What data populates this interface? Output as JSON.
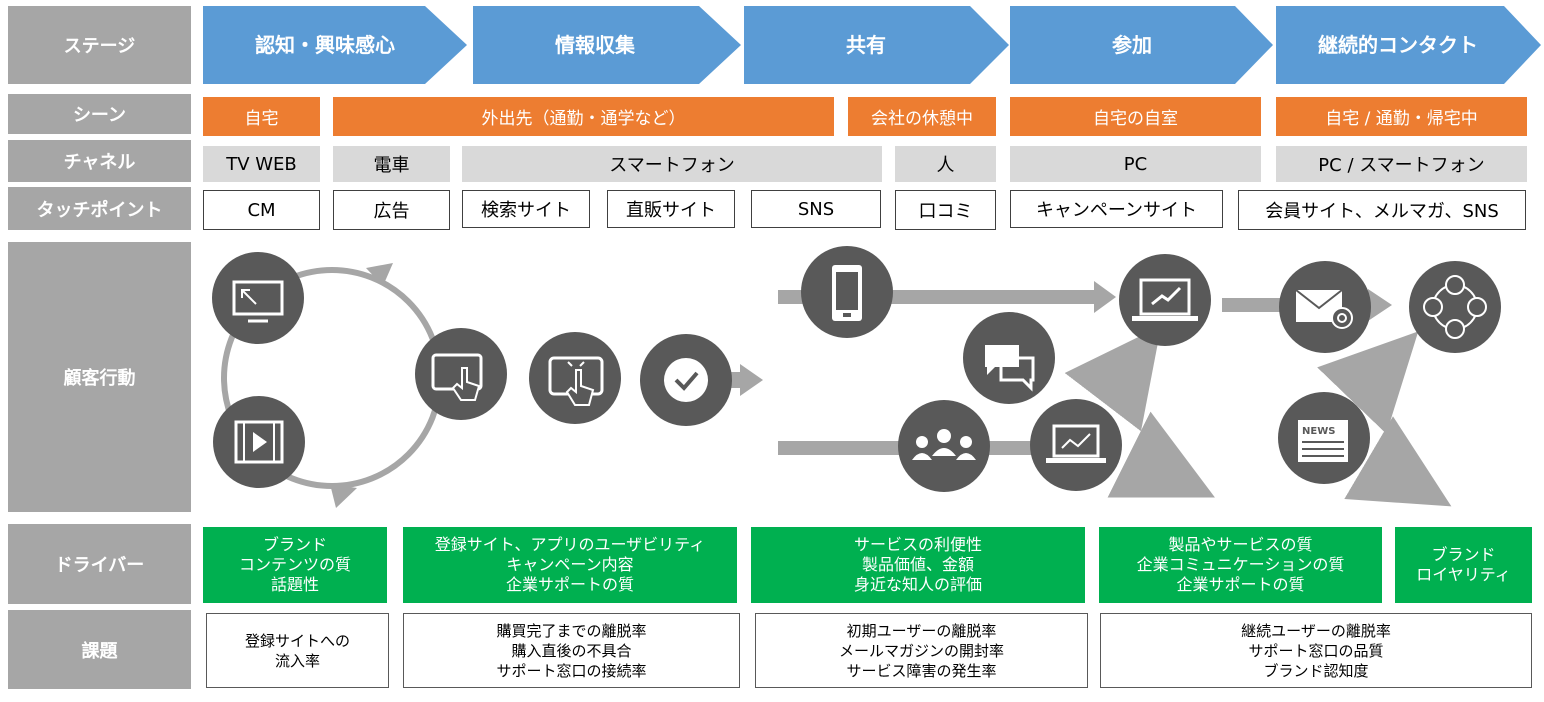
{
  "row_labels": {
    "stage": "ステージ",
    "scene": "シーン",
    "channel": "チャネル",
    "touchpoint": "タッチポイント",
    "behavior": "顧客行動",
    "driver": "ドライバー",
    "issue": "課題"
  },
  "stages": [
    "認知・興味感心",
    "情報収集",
    "共有",
    "参加",
    "継続的コンタクト"
  ],
  "scenes": [
    "自宅",
    "外出先（通勤・通学など）",
    "会社の休憩中",
    "自宅の自室",
    "自宅 / 通勤・帰宅中"
  ],
  "channels": [
    "TV WEB",
    "電車",
    "スマートフォン",
    "人",
    "PC",
    "PC / スマートフォン"
  ],
  "touchpoints": [
    "CM",
    "広告",
    "検索サイト",
    "直販サイト",
    "SNS",
    "口コミ",
    "キャンペーンサイト",
    "会員サイト、メルマガ、SNS"
  ],
  "drivers": [
    "ブランド\nコンテンツの質\n話題性",
    "登録サイト、アプリのユーザビリティ\nキャンペーン内容\n企業サポートの質",
    "サービスの利便性\n製品価値、金額\n身近な知人の評価",
    "製品やサービスの質\n企業コミュニケーションの質\n企業サポートの質",
    "ブランド\nロイヤリティ"
  ],
  "issues": [
    "登録サイトへの\n流入率",
    "購買完了までの離脱率\n購入直後の不具合\nサポート窓口の接続率",
    "初期ユーザーの離脱率\nメールマガジンの開封率\nサービス障害の発生率",
    "継続ユーザーの離脱率\nサポート窓口の品質\nブランド認知度"
  ],
  "icon_texts": {
    "news": "NEWS"
  },
  "colors": {
    "stage_blue": "#5b9bd5",
    "scene_orange": "#ed7d31",
    "driver_green": "#00b050",
    "label_grey": "#a6a6a6",
    "icon_dark": "#595959",
    "arrow_grey": "#a6a6a6"
  }
}
